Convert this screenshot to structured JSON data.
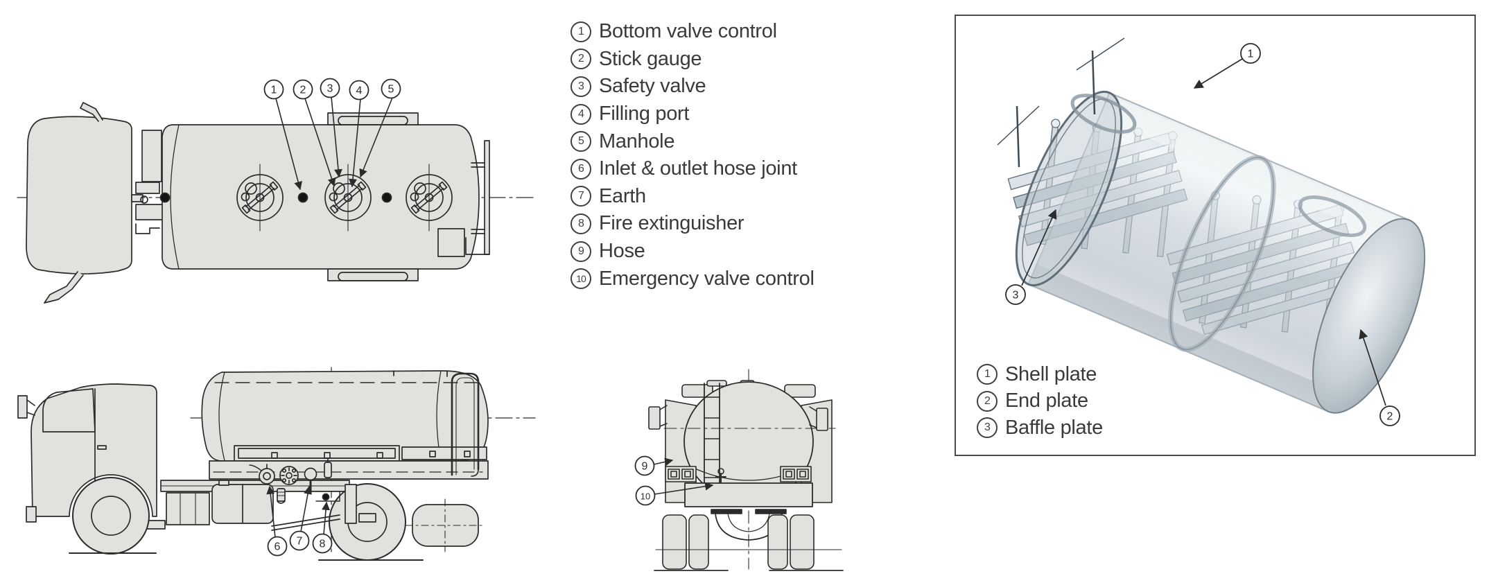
{
  "colors": {
    "drawing_fill": "#e3e1dd",
    "drawing_line": "#2b2b2b",
    "text": "#3a3a3a",
    "panel_border": "#4a4a4a",
    "tank_light": "#eef2f4",
    "tank_mid": "#c7d1d8",
    "tank_dark": "#8e9aa4"
  },
  "equipment_legend": {
    "items": [
      {
        "num": "1",
        "label": "Bottom valve control"
      },
      {
        "num": "2",
        "label": "Stick gauge"
      },
      {
        "num": "3",
        "label": "Safety valve"
      },
      {
        "num": "4",
        "label": "Filling port"
      },
      {
        "num": "5",
        "label": "Manhole"
      },
      {
        "num": "6",
        "label": "Inlet & outlet hose joint"
      },
      {
        "num": "7",
        "label": "Earth"
      },
      {
        "num": "8",
        "label": "Fire extinguisher"
      },
      {
        "num": "9",
        "label": "Hose"
      },
      {
        "num": "10",
        "label": "Emergency valve control"
      }
    ]
  },
  "top_view": {
    "callouts": [
      {
        "num": "1"
      },
      {
        "num": "2"
      },
      {
        "num": "3"
      },
      {
        "num": "4"
      },
      {
        "num": "5"
      }
    ]
  },
  "side_view": {
    "callouts": [
      {
        "num": "6"
      },
      {
        "num": "7"
      },
      {
        "num": "8"
      }
    ]
  },
  "rear_view": {
    "callouts": [
      {
        "num": "9"
      },
      {
        "num": "10"
      }
    ]
  },
  "tank_panel": {
    "callouts": [
      {
        "num": "1"
      },
      {
        "num": "2"
      },
      {
        "num": "3"
      }
    ],
    "legend": [
      {
        "num": "1",
        "label": "Shell plate"
      },
      {
        "num": "2",
        "label": "End plate"
      },
      {
        "num": "3",
        "label": "Baffle plate"
      }
    ]
  }
}
